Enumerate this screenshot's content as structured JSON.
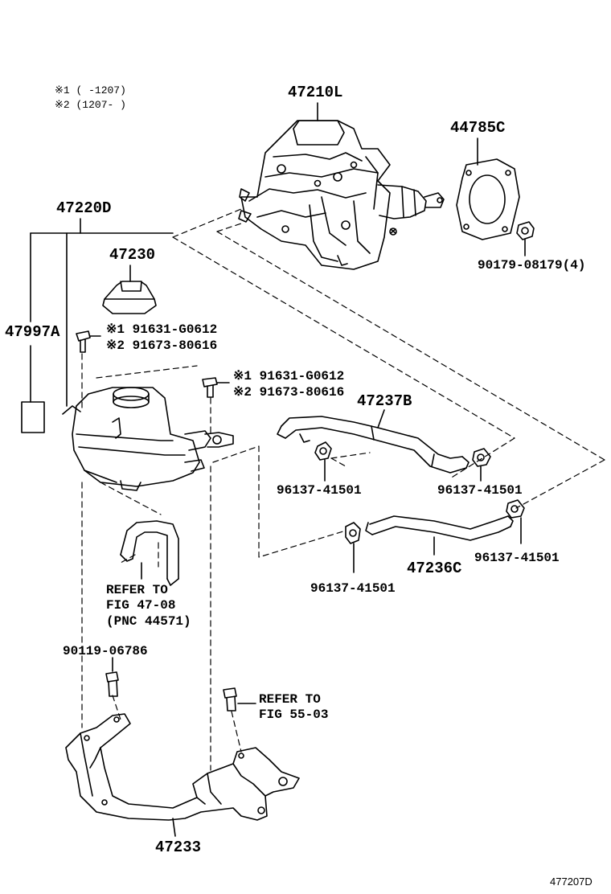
{
  "notes": {
    "n1": "※1 (      -1207)",
    "n2": "※2 (1207-      )"
  },
  "parts": {
    "booster": "47210L",
    "gasket": "44785C",
    "nut": "90179-08179(4)",
    "reservoir": "47220D",
    "cap": "47230",
    "label_part": "47997A",
    "bolt_a1": "※1 91631-G0612",
    "bolt_a2": "※2 91673-80616",
    "bolt_b1": "※1 91631-G0612",
    "bolt_b2": "※2 91673-80616",
    "hose_upper": "47237B",
    "clamp_1": "96137-41501",
    "clamp_2": "96137-41501",
    "clamp_3": "96137-41501",
    "clamp_4": "96137-41501",
    "hose_lower": "47236C",
    "bracket_bolt": "90119-06786",
    "bracket": "47233"
  },
  "refs": {
    "ref1_l1": "REFER TO",
    "ref1_l2": "FIG 47-08",
    "ref1_l3": "(PNC 44571)",
    "ref2_l1": "REFER TO",
    "ref2_l2": "FIG 55-03"
  },
  "diagram_id": "477207D"
}
